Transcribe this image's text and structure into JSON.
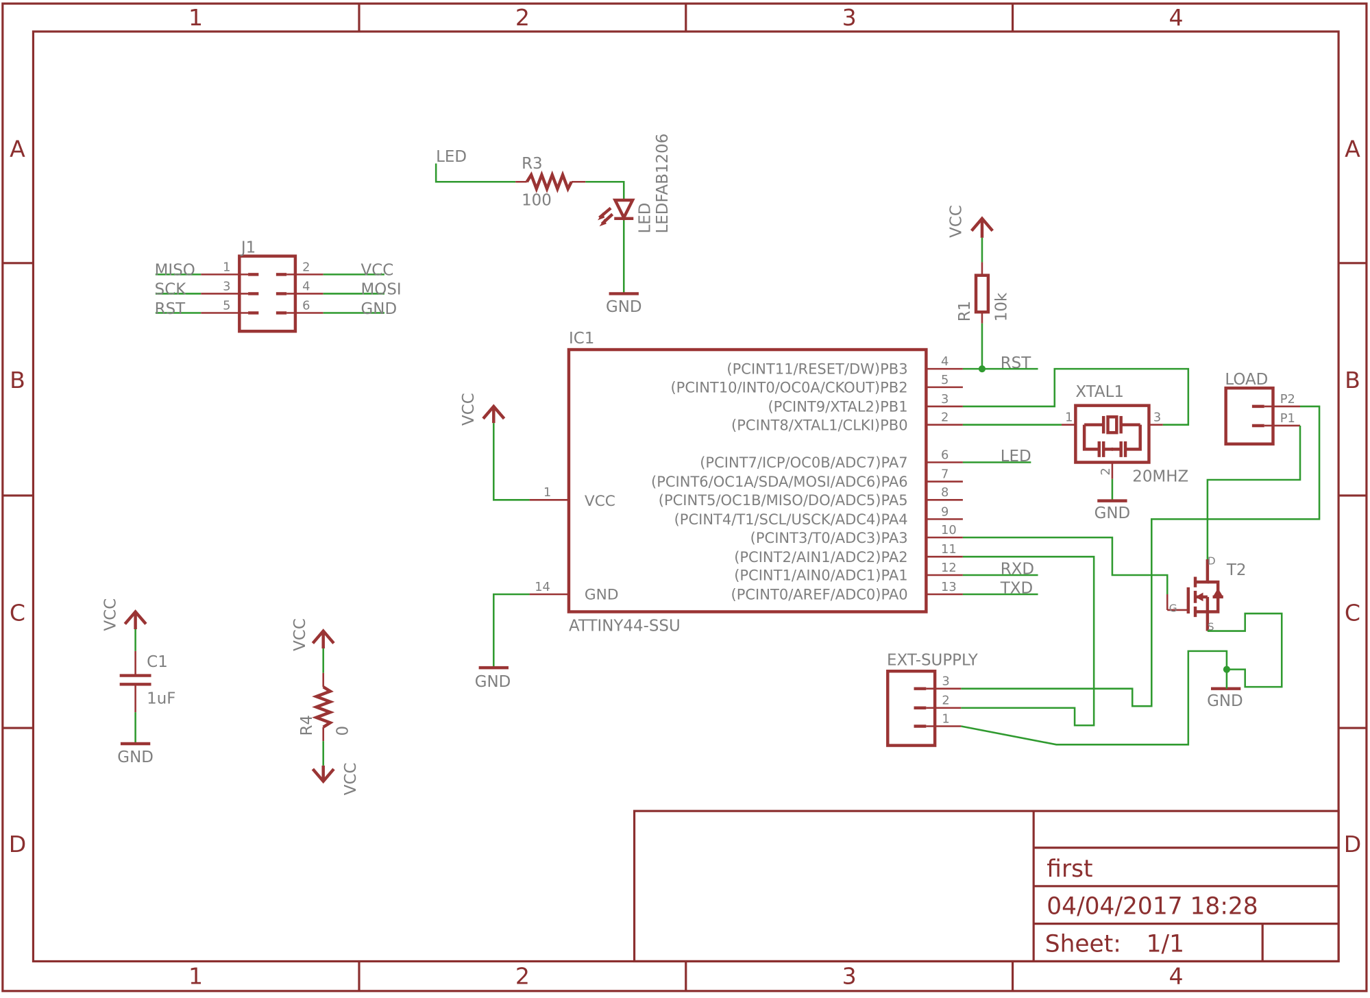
{
  "frame": {
    "columns": [
      "1",
      "2",
      "3",
      "4"
    ],
    "rows": [
      "A",
      "B",
      "C",
      "D"
    ]
  },
  "title_block": {
    "name": "first",
    "datetime": "04/04/2017 18:28",
    "sheet_label": "Sheet:",
    "sheet_value": "1/1"
  },
  "colors": {
    "symbol": "#9a3434",
    "wire": "#2f9a2f",
    "frame": "#8b2f2f",
    "text": "#7f7f7f"
  },
  "j1": {
    "name": "J1",
    "left_pins": [
      {
        "net": "MISO",
        "pin": "1"
      },
      {
        "net": "SCK",
        "pin": "3"
      },
      {
        "net": "RST",
        "pin": "5"
      }
    ],
    "right_pins": [
      {
        "net": "VCC",
        "pin": "2"
      },
      {
        "net": "MOSI",
        "pin": "4"
      },
      {
        "net": "GND",
        "pin": "6"
      }
    ]
  },
  "led_circuit": {
    "net_in": "LED",
    "r3_name": "R3",
    "r3_value": "100",
    "led_name": "LED",
    "led_value": "LEDFAB1206",
    "gnd": "GND"
  },
  "r1": {
    "vcc": "VCC",
    "name": "R1",
    "value": "10k"
  },
  "ic1": {
    "name": "IC1",
    "part": "ATTINY44-SSU",
    "vcc_label": "VCC",
    "gnd_label": "GND",
    "vcc_pin": "1",
    "gnd_pin": "14",
    "vcc_net": "VCC",
    "gnd_net": "GND",
    "right_pins": [
      {
        "label": "(PCINT11/RESET/DW)PB3",
        "pin": "4",
        "net": "RST"
      },
      {
        "label": "(PCINT10/INT0/OC0A/CKOUT)PB2",
        "pin": "5",
        "net": ""
      },
      {
        "label": "(PCINT9/XTAL2)PB1",
        "pin": "3",
        "net": ""
      },
      {
        "label": "(PCINT8/XTAL1/CLKI)PB0",
        "pin": "2",
        "net": ""
      },
      {
        "label": "(PCINT7/ICP/OC0B/ADC7)PA7",
        "pin": "6",
        "net": "LED"
      },
      {
        "label": "(PCINT6/OC1A/SDA/MOSI/ADC6)PA6",
        "pin": "7",
        "net": ""
      },
      {
        "label": "(PCINT5/OC1B/MISO/DO/ADC5)PA5",
        "pin": "8",
        "net": ""
      },
      {
        "label": "(PCINT4/T1/SCL/USCK/ADC4)PA4",
        "pin": "9",
        "net": ""
      },
      {
        "label": "(PCINT3/T0/ADC3)PA3",
        "pin": "10",
        "net": ""
      },
      {
        "label": "(PCINT2/AIN1/ADC2)PA2",
        "pin": "11",
        "net": ""
      },
      {
        "label": "(PCINT1/AIN0/ADC1)PA1",
        "pin": "12",
        "net": "RXD"
      },
      {
        "label": "(PCINT0/AREF/ADC0)PA0",
        "pin": "13",
        "net": "TXD"
      }
    ]
  },
  "xtal1": {
    "name": "XTAL1",
    "value": "20MHZ",
    "pin1": "1",
    "pin2": "2",
    "pin3": "3",
    "gnd": "GND"
  },
  "load": {
    "name": "LOAD",
    "p2": "P2",
    "p1": "P1"
  },
  "t2": {
    "name": "T2",
    "d": "D",
    "g": "G",
    "s": "S",
    "gnd": "GND"
  },
  "ext_supply": {
    "name": "EXT-SUPPLY",
    "pins": [
      "3",
      "2",
      "1"
    ]
  },
  "c1": {
    "vcc": "VCC",
    "name": "C1",
    "value": "1uF",
    "gnd": "GND"
  },
  "r4": {
    "vcc_top": "VCC",
    "name": "R4",
    "value": "0",
    "vcc_bottom": "VCC"
  }
}
